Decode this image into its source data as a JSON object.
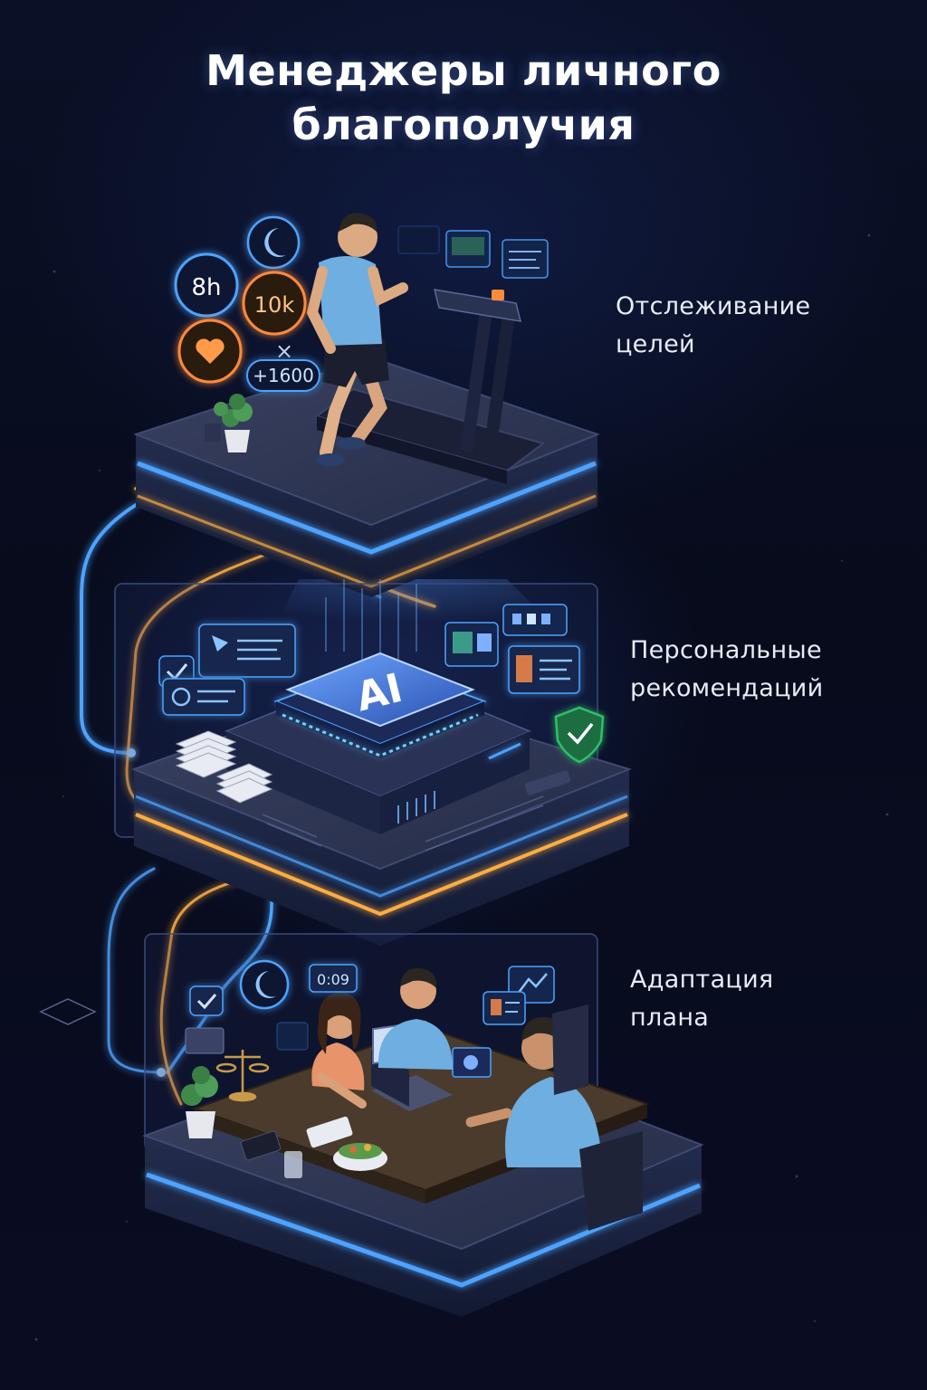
{
  "title": {
    "line1": "Менеджеры личного",
    "line2": "благополучия"
  },
  "steps": [
    {
      "line1": "Отслеживание",
      "line2": "целей"
    },
    {
      "line1": "Персональные",
      "line2": "рекомендаций"
    },
    {
      "line1": "Адаптация",
      "line2": "плана"
    }
  ],
  "tracker_badges": {
    "sleep_hours": "8h",
    "steps_count": "10k",
    "calories": "+1600",
    "close_mark": "×"
  },
  "ai_chip_label": "AI",
  "plan_badge": "0:09",
  "colors": {
    "background": "#070b1c",
    "glow_blue": "#4da3ff",
    "glow_orange": "#ffad42",
    "platform_top": "#2a3250",
    "platform_side": "#1a2140",
    "shield_green": "#2fbf6a"
  },
  "icons": {
    "moon": "moon-icon",
    "heart": "heart-icon",
    "check": "check-icon",
    "shield": "shield-check-icon",
    "flag": "flag-icon"
  }
}
